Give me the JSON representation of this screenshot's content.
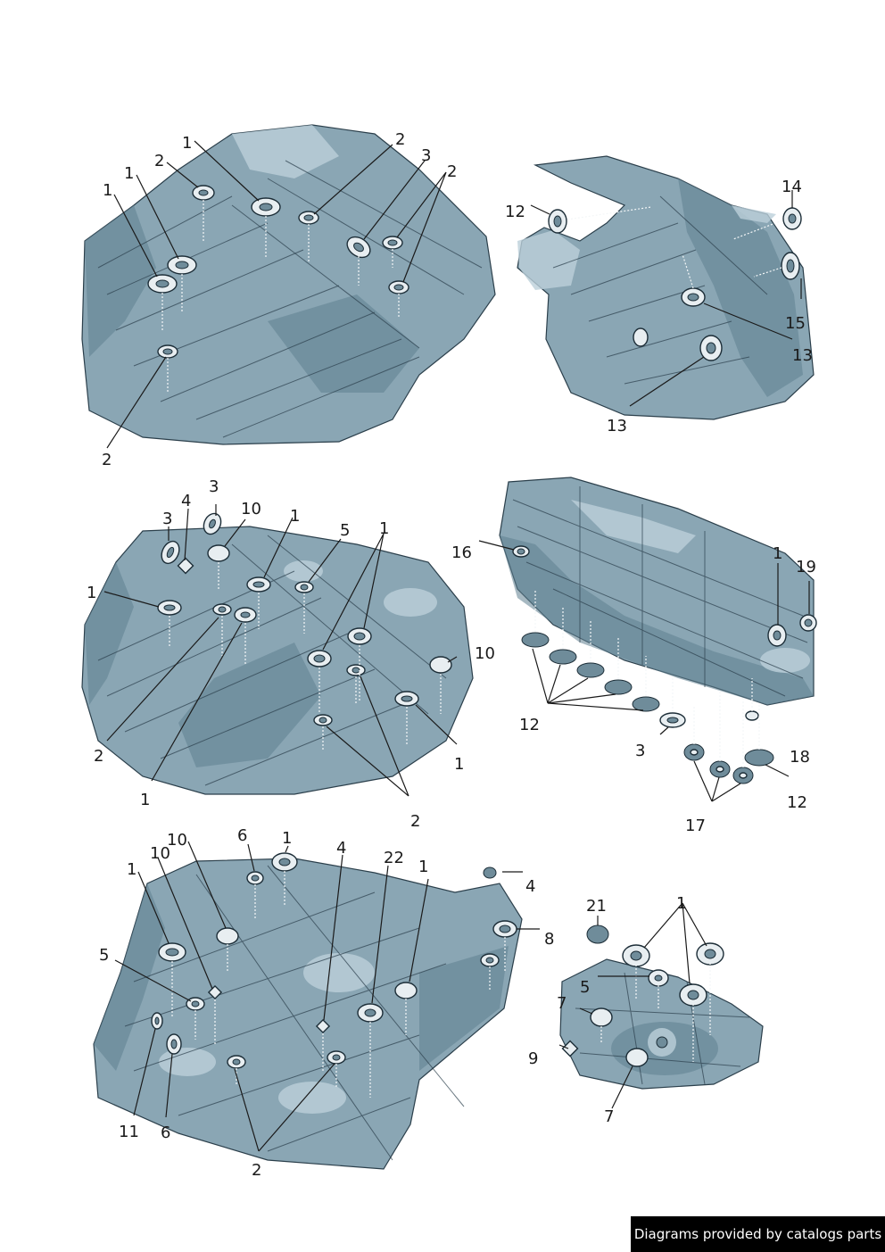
{
  "credit": "Diagrams provided by catalogs parts",
  "callouts": {
    "p1": [
      "1",
      "1",
      "1",
      "2",
      "2",
      "2",
      "3",
      "2"
    ],
    "p2": [
      "12",
      "14",
      "15",
      "13",
      "13"
    ],
    "p3": [
      "3",
      "4",
      "3",
      "10",
      "1",
      "5",
      "1",
      "1",
      "10",
      "2",
      "1",
      "1",
      "2"
    ],
    "p4": [
      "16",
      "1",
      "19",
      "12",
      "3",
      "18",
      "12",
      "17"
    ],
    "p5": [
      "10",
      "6",
      "1",
      "4",
      "1",
      "10",
      "22",
      "1",
      "4",
      "8",
      "5",
      "11",
      "6",
      "2"
    ],
    "p6": [
      "21",
      "1",
      "5",
      "7",
      "9",
      "7"
    ]
  },
  "colors": {
    "panel": "#8aa6b4",
    "outline": "#2b3f4b",
    "plug": "#e8eef1"
  }
}
